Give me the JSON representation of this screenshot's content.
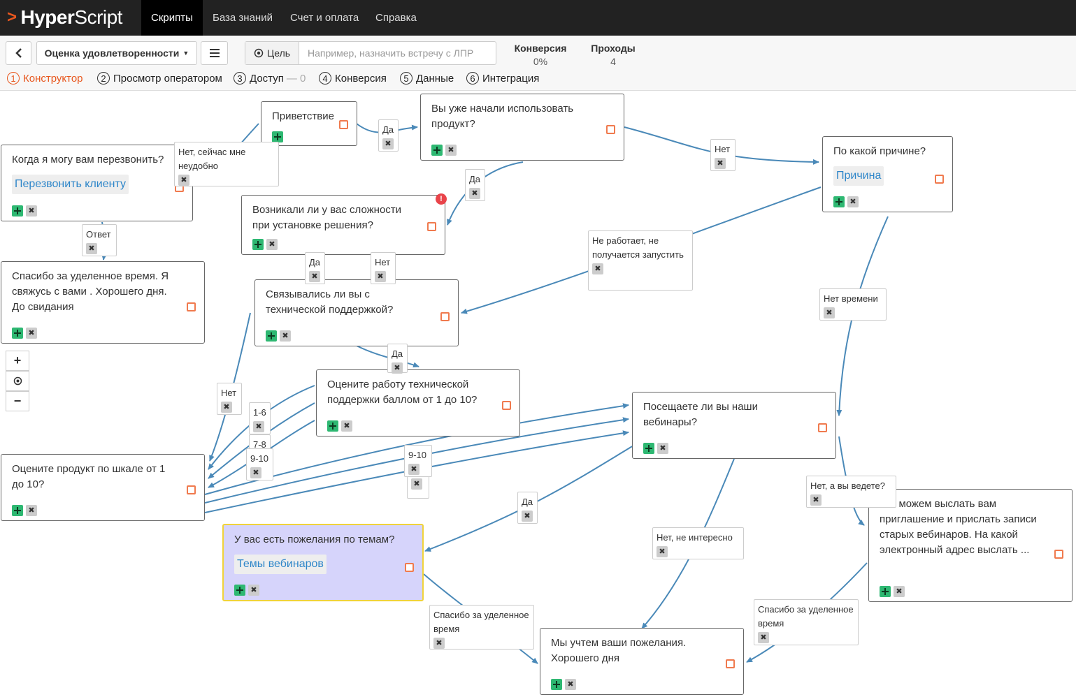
{
  "app": {
    "brand_light": "Hyper",
    "brand_bold": "Script"
  },
  "nav": {
    "items": [
      "Скрипты",
      "База знаний",
      "Счет и оплата",
      "Справка"
    ]
  },
  "toolbar": {
    "script_name": "Оценка удовлетворенности",
    "goal_label": "Цель",
    "goal_placeholder": "Например, назначить встречу с ЛПР",
    "stats": [
      {
        "title": "Конверсия",
        "value": "0%"
      },
      {
        "title": "Проходы",
        "value": "4"
      }
    ],
    "steps": [
      {
        "num": "1",
        "label": "Конструктор"
      },
      {
        "num": "2",
        "label": "Просмотр оператором"
      },
      {
        "num": "3",
        "label": "Доступ",
        "extra": "— 0"
      },
      {
        "num": "4",
        "label": "Конверсия"
      },
      {
        "num": "5",
        "label": "Данные"
      },
      {
        "num": "6",
        "label": "Интеграция"
      }
    ]
  },
  "nodes": {
    "greeting": {
      "text": "Приветствие"
    },
    "started": {
      "text": "Вы уже начали использовать продукт?"
    },
    "reason": {
      "text": "По какой причине?",
      "tag": "Причина"
    },
    "callback": {
      "text": "Когда я могу вам перезвонить?",
      "tag": "Перезвонить клиенту"
    },
    "difficulties": {
      "text": "Возникали ли у вас сложности при установке решения?"
    },
    "thanks_callback": {
      "text": "Спасибо за уделенное время. Я свяжусь с вами . Хорошего дня. До свидания"
    },
    "support_contact": {
      "text": "Связывались ли вы с технической поддержкой?"
    },
    "rate_support": {
      "text": "Оцените работу технической поддержки баллом от 1 до 10?"
    },
    "webinars": {
      "text": "Посещаете ли вы наши вебинары?"
    },
    "rate_product": {
      "text": "Оцените продукт по шкале от 1 до 10?"
    },
    "topics": {
      "text": "У вас есть пожелания по темам?",
      "tag": "Темы вебинаров"
    },
    "invite": {
      "text": "Мы можем выслать вам приглашение и прислать записи старых вебинаров. На какой электронный адрес выслать ..."
    },
    "final": {
      "text": "Мы учтем ваши пожелания. Хорошего дня"
    }
  },
  "edge_labels": {
    "greet_not_now": "Нет, сейчас мне неудобно",
    "greet_yes": "Да",
    "started_no": "Нет",
    "started_yes": "Да",
    "callback_answer": "Ответ",
    "difficulties_yes": "Да",
    "difficulties_no": "Нет",
    "reason_not_working": "Не работает, не получается запустить",
    "reason_no_time": "Нет времени",
    "support_yes": "Да",
    "support_no": "Нет",
    "support_1_6": "1-6",
    "support_7_8": "7-8",
    "support_9_10": "9-10",
    "product_9_10": "9-10",
    "product_7_8": "7-8",
    "webinars_yes": "Да",
    "webinars_no_interest": "Нет, не интересно",
    "webinars_do_you": "Нет, а вы ведете?",
    "topics_thanks": "Спасибо за уделенное время",
    "invite_thanks": "Спасибо за уделенное время"
  },
  "colors": {
    "accent": "#e8571e",
    "edge": "#4a89b8",
    "plus": "#2eb872",
    "checkbox": "#f07a4e",
    "selected_bg": "#d6d4fb",
    "selected_border": "#f0d33a",
    "link": "#2e86c9"
  },
  "icons": {
    "plus": "plus-icon",
    "remove": "remove-icon",
    "warning": "warning-icon",
    "zoom_in": "zoom-in-icon",
    "center": "target-icon",
    "zoom_out": "zoom-out-icon"
  }
}
